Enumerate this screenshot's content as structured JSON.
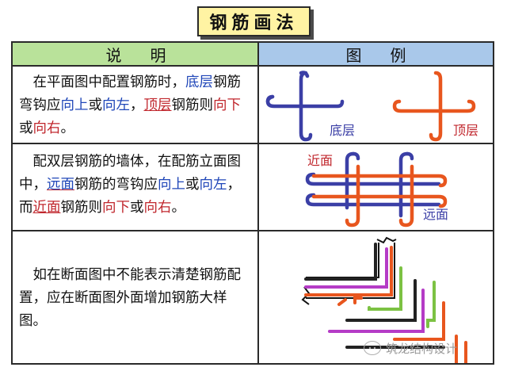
{
  "title": "钢筋画法",
  "table": {
    "header_left": "说明",
    "header_right": "图例"
  },
  "rows": [
    {
      "text_segments": [
        {
          "t": "　在平面图中配置钢筋时，",
          "c": "k"
        },
        {
          "t": "底层",
          "c": "b"
        },
        {
          "t": "钢筋弯钩应",
          "c": "k"
        },
        {
          "t": "向上",
          "c": "b"
        },
        {
          "t": "或",
          "c": "k"
        },
        {
          "t": "向左",
          "c": "b"
        },
        {
          "t": "，",
          "c": "k"
        },
        {
          "t": "顶层",
          "c": "r",
          "ul": true
        },
        {
          "t": "钢筋则",
          "c": "k"
        },
        {
          "t": "向下",
          "c": "r"
        },
        {
          "t": "或",
          "c": "k"
        },
        {
          "t": "向右",
          "c": "r"
        },
        {
          "t": "。",
          "c": "k"
        }
      ],
      "fig_labels": {
        "bottom": "底层",
        "top": "顶层"
      }
    },
    {
      "text_segments": [
        {
          "t": "　配双层钢筋的墙体，在配筋立面图中，",
          "c": "k"
        },
        {
          "t": "远面",
          "c": "b",
          "ul": true
        },
        {
          "t": "钢筋的弯钩应",
          "c": "k"
        },
        {
          "t": "向上",
          "c": "b"
        },
        {
          "t": "或",
          "c": "k"
        },
        {
          "t": "向左",
          "c": "b"
        },
        {
          "t": "，而",
          "c": "k"
        },
        {
          "t": "近面",
          "c": "r",
          "ul": true
        },
        {
          "t": "钢筋则",
          "c": "k"
        },
        {
          "t": "向下",
          "c": "r"
        },
        {
          "t": "或",
          "c": "k"
        },
        {
          "t": "向右",
          "c": "r"
        },
        {
          "t": "。",
          "c": "k"
        }
      ],
      "fig_labels": {
        "near": "近面",
        "far": "远面"
      }
    },
    {
      "text_segments": [
        {
          "t": "　如在断面图中不能表示清楚钢筋配置，应在断面图外面增加钢筋大样图。",
          "c": "k"
        }
      ]
    }
  ],
  "watermark": "筑龙结构设计",
  "colors": {
    "blue": "#3b3fa6",
    "orange": "#e8561e",
    "red_text": "#c0262c",
    "blue_text": "#1f46b8",
    "green": "#7cc243",
    "magenta": "#b53cc6",
    "title_bg": "#fff3a3",
    "header_left_bg": "#b9e29a",
    "header_right_bg": "#a9c8ea"
  }
}
